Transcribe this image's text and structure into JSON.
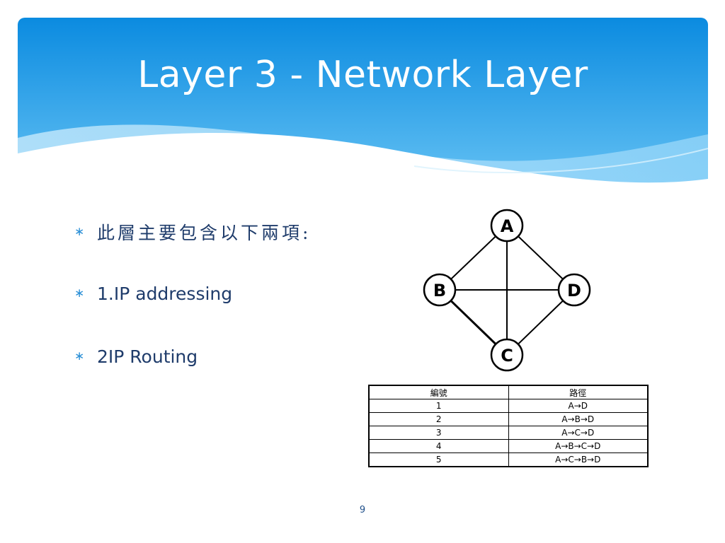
{
  "slide": {
    "title": "Layer 3 - Network Layer",
    "page_number": "9",
    "bullets": [
      {
        "marker": "∗",
        "text": "此層主要包含以下兩項:"
      },
      {
        "marker": "∗",
        "text": "1.IP addressing"
      },
      {
        "marker": "∗",
        "text": "2IP Routing"
      }
    ]
  },
  "diagram": {
    "nodes": [
      "A",
      "B",
      "C",
      "D"
    ]
  },
  "route_table": {
    "headers": [
      "編號",
      "路徑"
    ],
    "rows": [
      [
        "1",
        "A→D"
      ],
      [
        "2",
        "A→B→D"
      ],
      [
        "3",
        "A→C→D"
      ],
      [
        "4",
        "A→B→C→D"
      ],
      [
        "5",
        "A→C→B→D"
      ]
    ]
  },
  "colors": {
    "header_top": "#0e8fe0",
    "header_bottom": "#6ec8f6",
    "title_text": "#ffffff",
    "bullet_marker": "#2a8fd6",
    "bullet_text": "#1f3c6b"
  }
}
